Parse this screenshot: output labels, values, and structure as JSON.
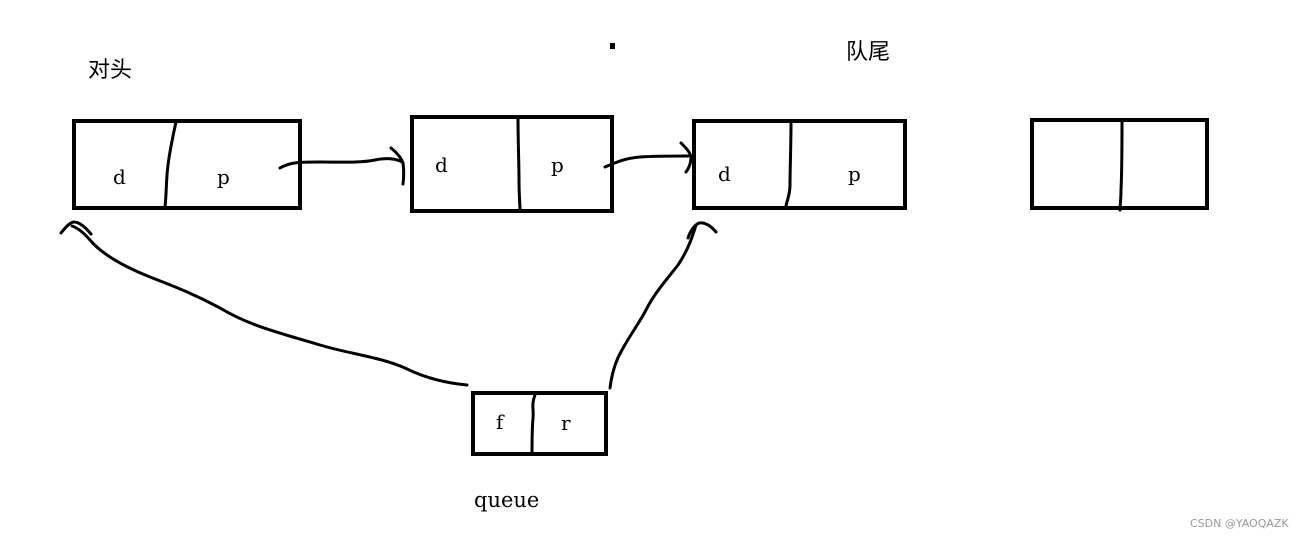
{
  "labels": {
    "head": "对头",
    "tail": "队尾",
    "queue": "queue"
  },
  "nodes": [
    {
      "data": "d",
      "ptr": "p"
    },
    {
      "data": "d",
      "ptr": "p"
    },
    {
      "data": "d",
      "ptr": "p"
    },
    {
      "data": "",
      "ptr": ""
    }
  ],
  "queue_struct": {
    "front": "f",
    "rear": "r"
  },
  "watermark": "CSDN @YAOQAZK",
  "colors": {
    "ink": "#000000",
    "background": "#ffffff",
    "watermark": "#9a9a9a"
  }
}
